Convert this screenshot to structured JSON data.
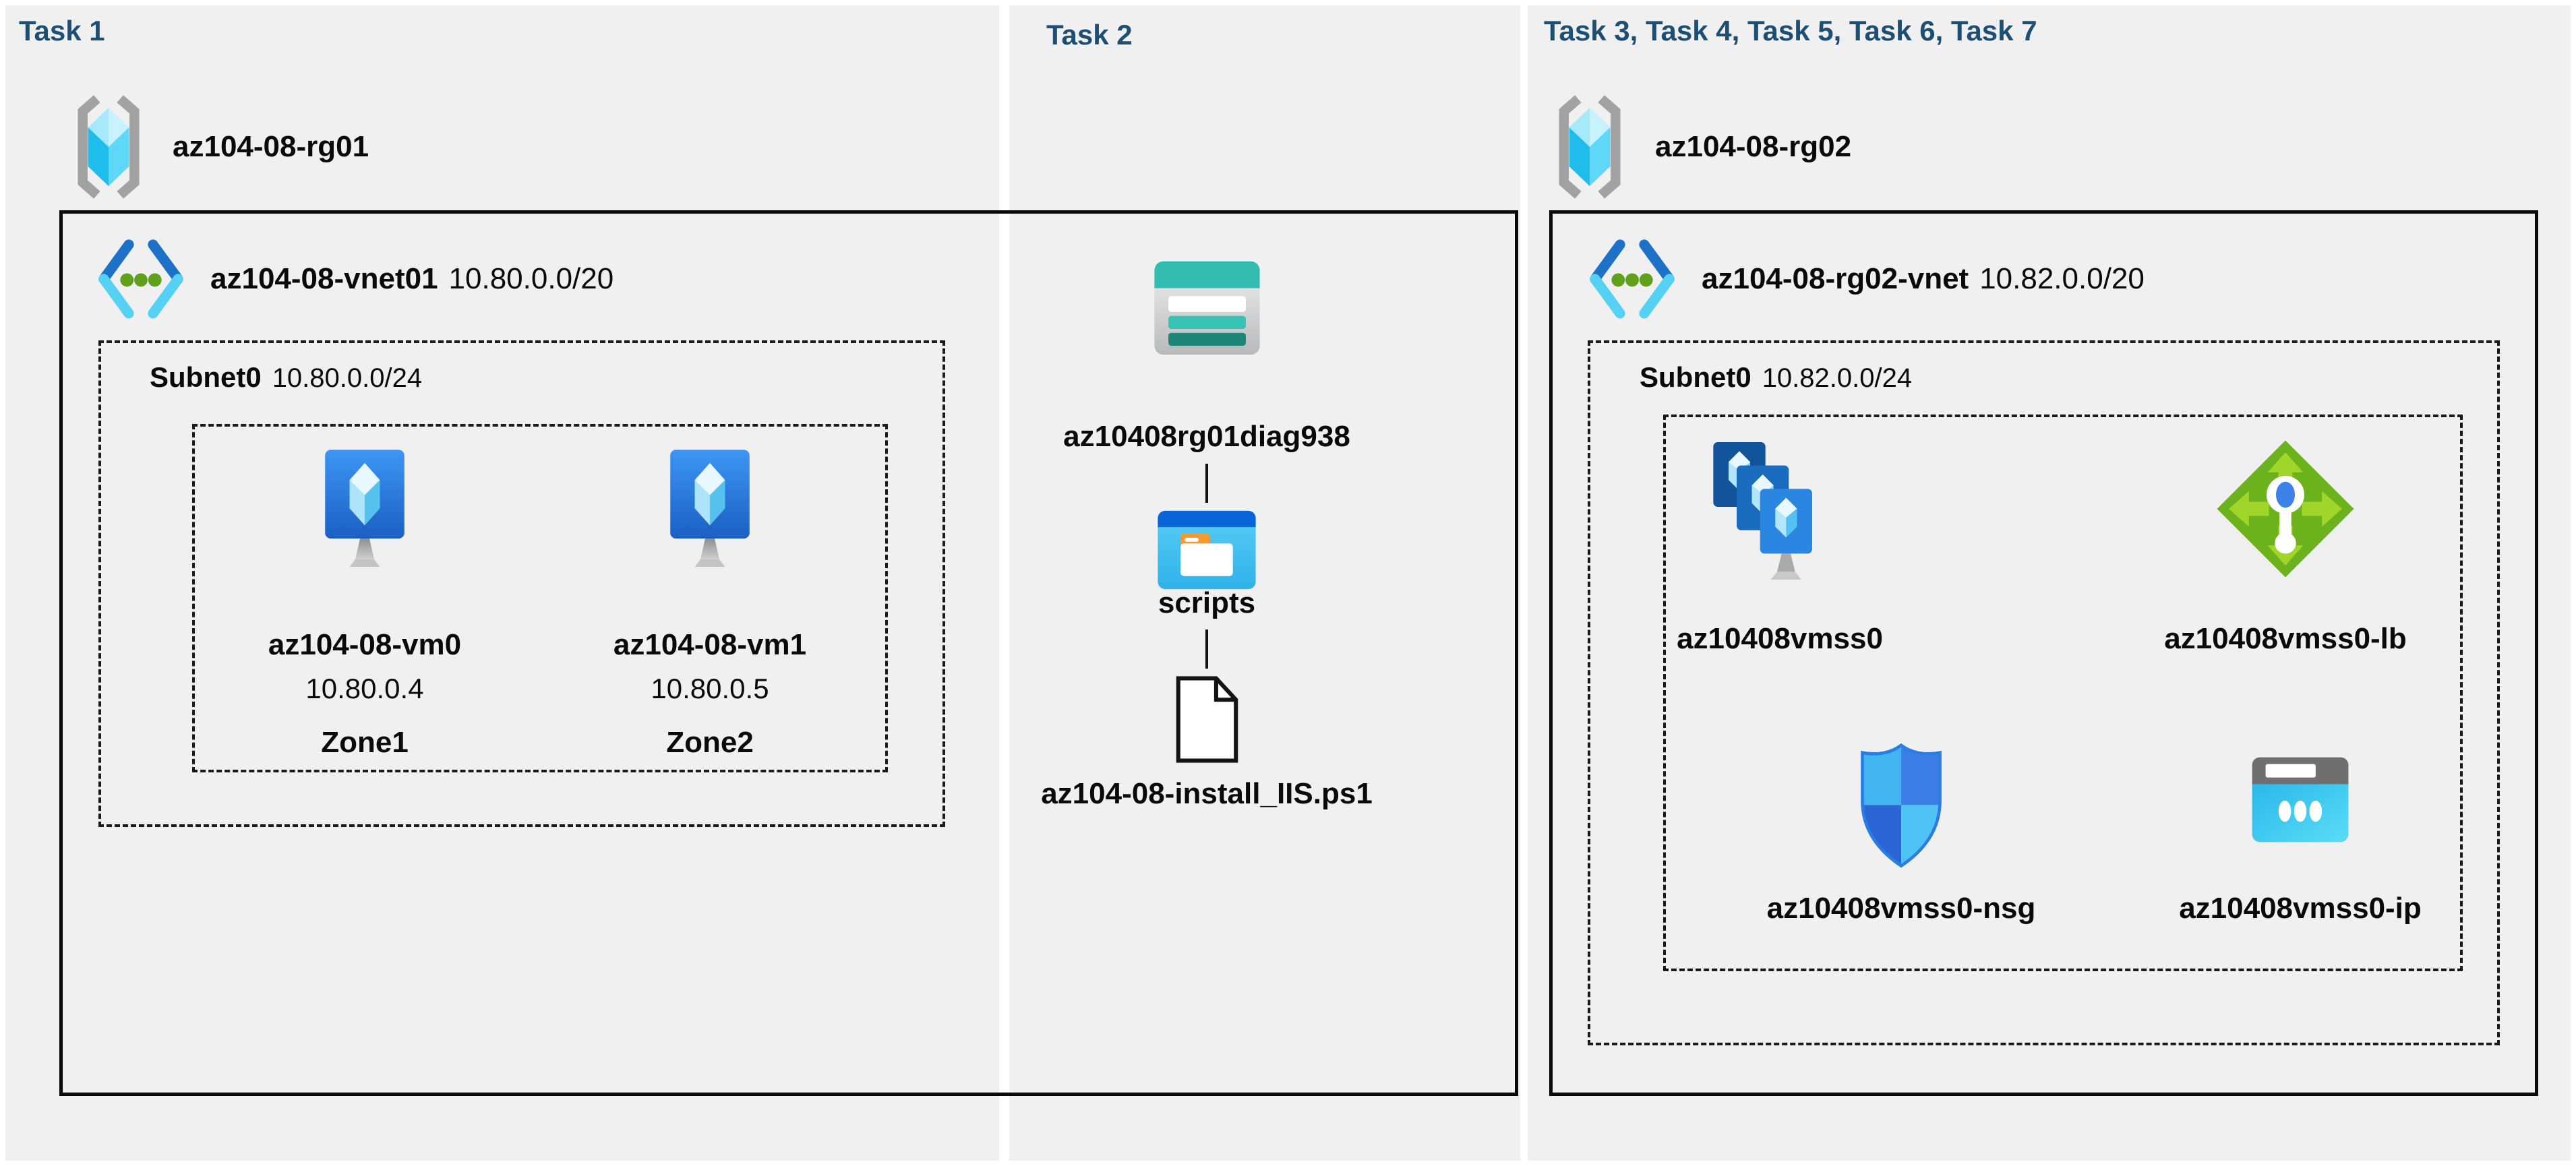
{
  "task1": {
    "title": "Task 1",
    "resource_group": "az104-08-rg01",
    "vnet": {
      "name": "az104-08-vnet01",
      "cidr": "10.80.0.0/20"
    },
    "subnet": {
      "name": "Subnet0",
      "cidr": "10.80.0.0/24"
    },
    "vms": [
      {
        "name": "az104-08-vm0",
        "ip": "10.80.0.4",
        "zone": "Zone1"
      },
      {
        "name": "az104-08-vm1",
        "ip": "10.80.0.5",
        "zone": "Zone2"
      }
    ]
  },
  "task2": {
    "title": "Task 2",
    "storage_account": "az10408rg01diag938",
    "container": "scripts",
    "script_file": "az104-08-install_IIS.ps1"
  },
  "task3to7": {
    "title": "Task 3, Task 4, Task 5, Task 6, Task 7",
    "resource_group": "az104-08-rg02",
    "vnet": {
      "name": "az104-08-rg02-vnet",
      "cidr": "10.82.0.0/20"
    },
    "subnet": {
      "name": "Subnet0",
      "cidr": "10.82.0.0/24"
    },
    "vmss": "az10408vmss0",
    "load_balancer": "az10408vmss0-lb",
    "nsg": "az10408vmss0-nsg",
    "public_ip": "az10408vmss0-ip"
  },
  "icons": {
    "resource_group": "resource-group-icon",
    "virtual_network": "virtual-network-icon",
    "virtual_machine": "vm-icon",
    "storage_account": "storage-account-icon",
    "container": "folder-icon",
    "script_file": "file-icon",
    "vmss": "vmss-icon",
    "load_balancer": "load-balancer-icon",
    "nsg": "nsg-shield-icon",
    "public_ip": "public-ip-icon"
  },
  "colors": {
    "title_navy": "#1d4e74",
    "panel_bg": "#f0f0f1",
    "box_line": "#0a0a0a",
    "storage_teal": "#33bdb0",
    "vm_blue": "#2b84de",
    "lb_green": "#6cb21c",
    "ip_cyan": "#35c3ee",
    "vnet_blue": "#1d72c8",
    "vnet_cyan": "#55d1f4",
    "dot_green": "#61a01b"
  }
}
